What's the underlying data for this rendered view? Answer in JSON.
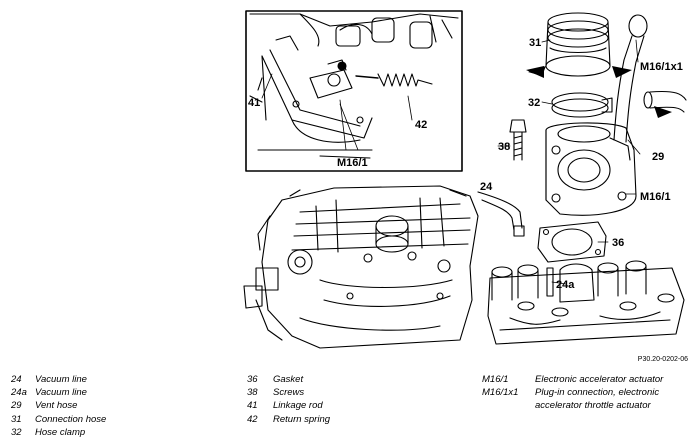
{
  "figure": {
    "code": "P30.20-0202-06",
    "callouts": {
      "c24": "24",
      "c24a": "24a",
      "c29": "29",
      "c31": "31",
      "c32": "32",
      "c36": "36",
      "c38": "38",
      "c41": "41",
      "c42": "42",
      "cM161_inset": "M16/1",
      "cM161": "M16/1",
      "cM161x1": "M16/1x1"
    }
  },
  "legend": {
    "col1": [
      {
        "key": "24",
        "label": "Vacuum line"
      },
      {
        "key": "24a",
        "label": "Vacuum line"
      },
      {
        "key": "29",
        "label": "Vent hose"
      },
      {
        "key": "31",
        "label": "Connection hose"
      },
      {
        "key": "32",
        "label": "Hose clamp"
      }
    ],
    "col2": [
      {
        "key": "36",
        "label": "Gasket"
      },
      {
        "key": "38",
        "label": "Screws"
      },
      {
        "key": "41",
        "label": "Linkage rod"
      },
      {
        "key": "42",
        "label": "Return spring"
      }
    ],
    "col3": [
      {
        "key": "M16/1",
        "label": "Electronic accelerator actuator"
      },
      {
        "key": "M16/1x1",
        "label": "Plug-in connection, electronic accelerator throttle actuator"
      }
    ]
  }
}
